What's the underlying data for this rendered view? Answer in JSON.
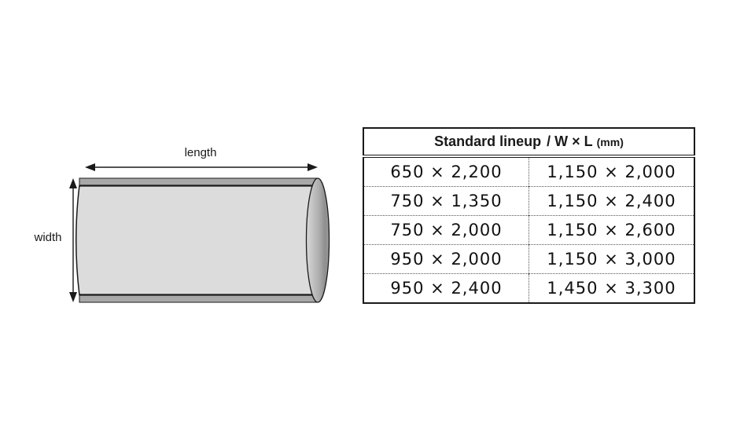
{
  "diagram": {
    "length_label": "length",
    "width_label": "width",
    "colors": {
      "body_fill": "#dcdcdc",
      "band_fill": "#a8a8a8",
      "cap_dark": "#8e8e8e",
      "outline": "#1a1a1a"
    }
  },
  "table": {
    "title_main": "Standard lineup",
    "title_dims": "/ W × L",
    "title_unit": "(mm)",
    "border_color": "#1a1a1a",
    "rows": [
      {
        "left": "650 × 2,200",
        "right": "1,150 × 2,000"
      },
      {
        "left": "750 × 1,350",
        "right": "1,150 × 2,400"
      },
      {
        "left": "750 × 2,000",
        "right": "1,150 × 2,600"
      },
      {
        "left": "950 × 2,000",
        "right": "1,150 × 3,000"
      },
      {
        "left": "950 × 2,400",
        "right": "1,450 × 3,300"
      }
    ]
  }
}
